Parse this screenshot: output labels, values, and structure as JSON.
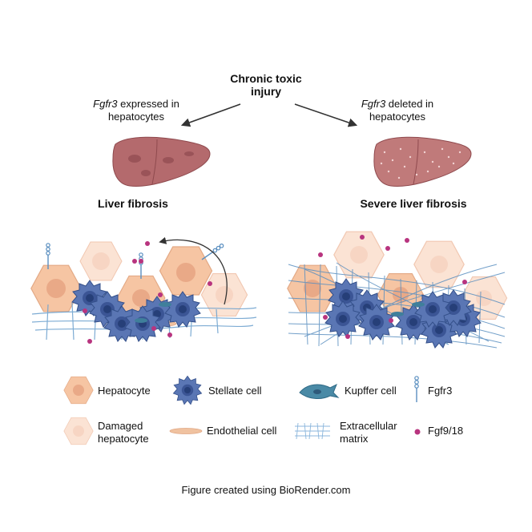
{
  "top": {
    "line1": "Chronic toxic",
    "line2": "injury"
  },
  "left": {
    "gene": "Fgfr3",
    "rest": " expressed in",
    "line2": "hepatocytes",
    "outcome": "Liver fibrosis"
  },
  "right": {
    "gene": "Fgfr3",
    "rest": " deleted in",
    "line2": "hepatocytes",
    "outcome": "Severe liver fibrosis"
  },
  "legend": {
    "hepatocyte": "Hepatocyte",
    "stellate": "Stellate cell",
    "kupffer": "Kupffer cell",
    "fgfr3": "Fgfr3",
    "damaged_l1": "Damaged",
    "damaged_l2": "hepatocyte",
    "endothelial": "Endothelial cell",
    "ecm_l1": "Extracellular",
    "ecm_l2": "matrix",
    "fgf": "Fgf9/18"
  },
  "footer": "Figure created using BioRender.com",
  "colors": {
    "liver": "#b86a6e",
    "hepatocyte": "#f7c9a8",
    "damaged": "#fbe3d4",
    "stellate": "#4e6aa6",
    "fgf": "#b8347f",
    "ecm": "#6fa3cf"
  }
}
